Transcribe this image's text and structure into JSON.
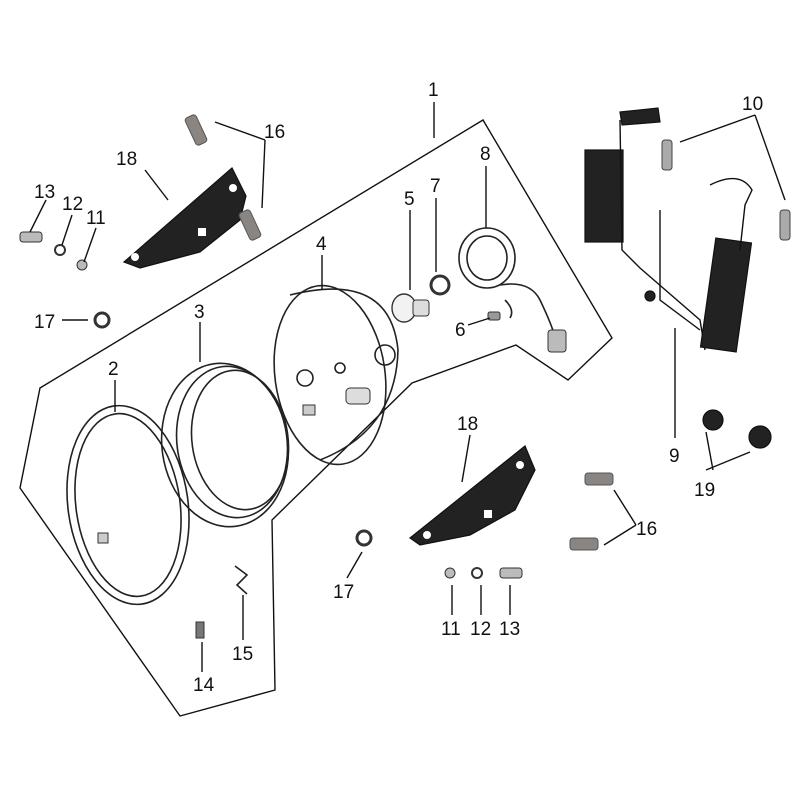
{
  "callouts": {
    "c1": "1",
    "c2": "2",
    "c3": "3",
    "c4": "4",
    "c5": "5",
    "c6": "6",
    "c7": "7",
    "c8": "8",
    "c9": "9",
    "c10": "10",
    "c11a": "11",
    "c11b": "11",
    "c12a": "12",
    "c12b": "12",
    "c13a": "13",
    "c13b": "13",
    "c14": "14",
    "c15": "15",
    "c16a": "16",
    "c16b": "16",
    "c17a": "17",
    "c17b": "17",
    "c18a": "18",
    "c18b": "18",
    "c19": "19"
  },
  "icons": {
    "outline": "assembly-outline",
    "rim": "headlight-rim",
    "lens": "headlight-lens",
    "shell": "headlight-shell",
    "bulb": "bulb",
    "socket": "bulb-socket",
    "bracket": "mounting-bracket",
    "turn_signal": "turn-signal-assembly"
  }
}
